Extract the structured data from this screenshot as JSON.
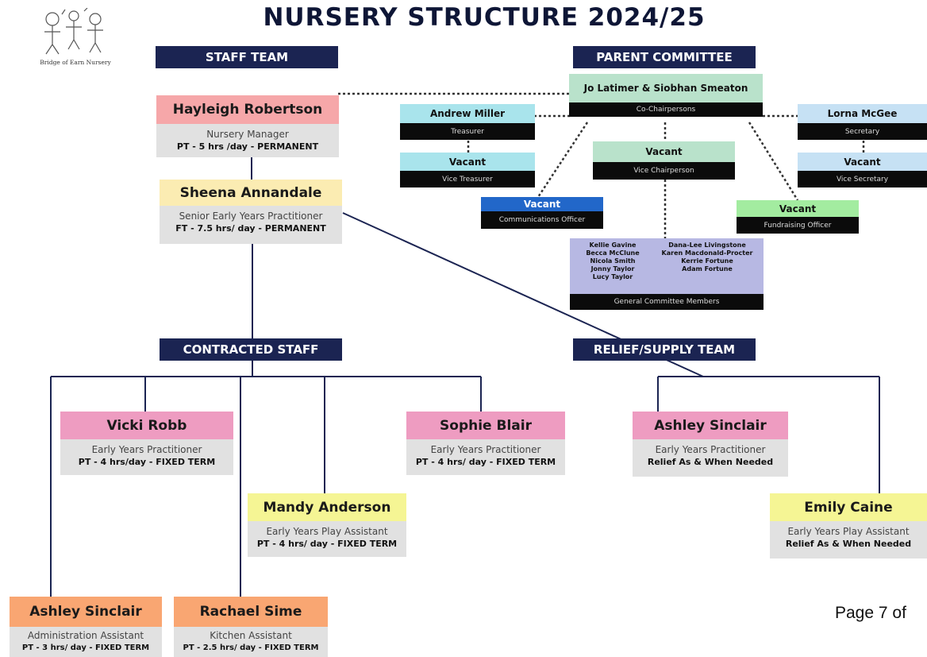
{
  "title": "NURSERY STRUCTURE 2024/25",
  "logo": {
    "text": "Bridge of Earn Nursery"
  },
  "sections": {
    "staff_team": "STAFF TEAM",
    "parent_committee": "PARENT COMMITTEE",
    "contracted_staff": "CONTRACTED STAFF",
    "relief_team": "RELIEF/SUPPLY TEAM"
  },
  "staff": {
    "manager": {
      "name": "Hayleigh Robertson",
      "role": "Nursery Manager",
      "terms": "PT - 5 hrs /day - PERMANENT"
    },
    "senior": {
      "name": "Sheena Annandale",
      "role": "Senior Early Years Practitioner",
      "terms": "FT - 7.5 hrs/ day - PERMANENT"
    },
    "vicki": {
      "name": "Vicki Robb",
      "role": "Early Years Practitioner",
      "terms": "PT - 4 hrs/day - FIXED TERM"
    },
    "sophie": {
      "name": "Sophie Blair",
      "role": "Early Years Practitioner",
      "terms": "PT - 4 hrs/ day - FIXED TERM"
    },
    "mandy": {
      "name": "Mandy Anderson",
      "role": "Early Years Play Assistant",
      "terms": "PT - 4 hrs/ day - FIXED TERM"
    },
    "ashley_admin": {
      "name": "Ashley Sinclair",
      "role": "Administration Assistant",
      "terms": "PT - 3 hrs/ day - FIXED TERM"
    },
    "rachael": {
      "name": "Rachael Sime",
      "role": "Kitchen Assistant",
      "terms": "PT - 2.5 hrs/ day - FIXED TERM"
    },
    "ashley_relief": {
      "name": "Ashley Sinclair",
      "role": "Early Years Practitioner",
      "terms": "Relief As & When Needed"
    },
    "emily": {
      "name": "Emily Caine",
      "role": "Early Years Play Assistant",
      "terms": "Relief As & When Needed"
    }
  },
  "committee": {
    "chairs": {
      "name": "Jo Latimer & Siobhan Smeaton",
      "role": "Co-Chairpersons"
    },
    "treasurer": {
      "name": "Andrew Miller",
      "role": "Treasurer"
    },
    "vice_treasurer": {
      "name": "Vacant",
      "role": "Vice Treasurer"
    },
    "secretary": {
      "name": "Lorna McGee",
      "role": "Secretary"
    },
    "vice_secretary": {
      "name": "Vacant",
      "role": "Vice Secretary"
    },
    "vice_chair": {
      "name": "Vacant",
      "role": "Vice Chairperson"
    },
    "comms": {
      "name": "Vacant",
      "role": "Communications Officer"
    },
    "fundraising": {
      "name": "Vacant",
      "role": "Fundraising Officer"
    },
    "general": {
      "members_left": [
        "Kellie Gavine",
        "Becca McClune",
        "Nicola Smith",
        "Jonny Taylor",
        "Lucy Taylor"
      ],
      "members_right": [
        "Dana-Lee Livingstone",
        "Karen Macdonald-Procter",
        "Kerrie Fortune",
        "Adam Fortune"
      ],
      "role": "General Committee Members"
    }
  },
  "page_label": "Page 7 of",
  "colors": {
    "navy": "#1b2452",
    "pink_salmon": "#f6a7a9",
    "cream": "#fbecb2",
    "pink": "#ee9cc1",
    "yellow": "#f5f594",
    "orange": "#f9a672",
    "mint": "#b9e2cb",
    "sky": "#a9e4ec",
    "light_blue": "#c6e1f4",
    "blue": "#2267c9",
    "green": "#a3eca0",
    "lavender": "#b7b8e3",
    "grey": "#e1e1e1"
  }
}
